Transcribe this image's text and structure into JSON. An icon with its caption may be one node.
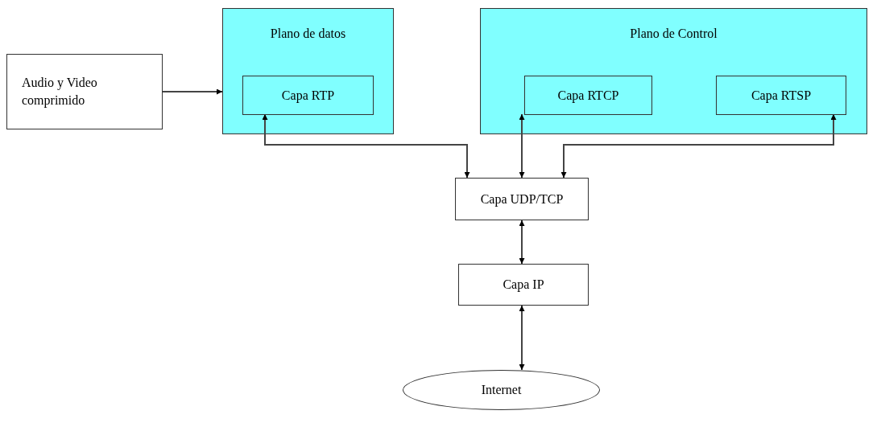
{
  "diagram": {
    "nodes": [
      {
        "text": [
          "Audio y Video comprimido"
        ]
      },
      {
        "text": [
          "Plano de datos"
        ]
      },
      {
        "text": [
          "Capa RTP"
        ],
        "in": 1
      },
      {
        "text": [
          "Plano de Control"
        ]
      },
      {
        "text": [
          "Capa RTCP"
        ],
        "in": 3
      },
      {
        "text": [
          "Capa RTSP"
        ],
        "in": 3
      },
      {
        "text": [
          "Capa UDP/TCP"
        ]
      },
      {
        "text": [
          "Capa IP"
        ]
      },
      {
        "text": [
          "Internet"
        ]
      }
    ],
    "edges": [
      {
        "from": 0,
        "to": 1,
        "arrow": "to"
      },
      {
        "from": 2,
        "to": 6,
        "arrow": "both"
      },
      {
        "from": 4,
        "to": 6,
        "arrow": "both"
      },
      {
        "from": 5,
        "to": 6,
        "arrow": "both"
      },
      {
        "from": 6,
        "to": 7,
        "arrow": "both"
      },
      {
        "from": 7,
        "to": 8,
        "arrow": "both"
      }
    ]
  }
}
